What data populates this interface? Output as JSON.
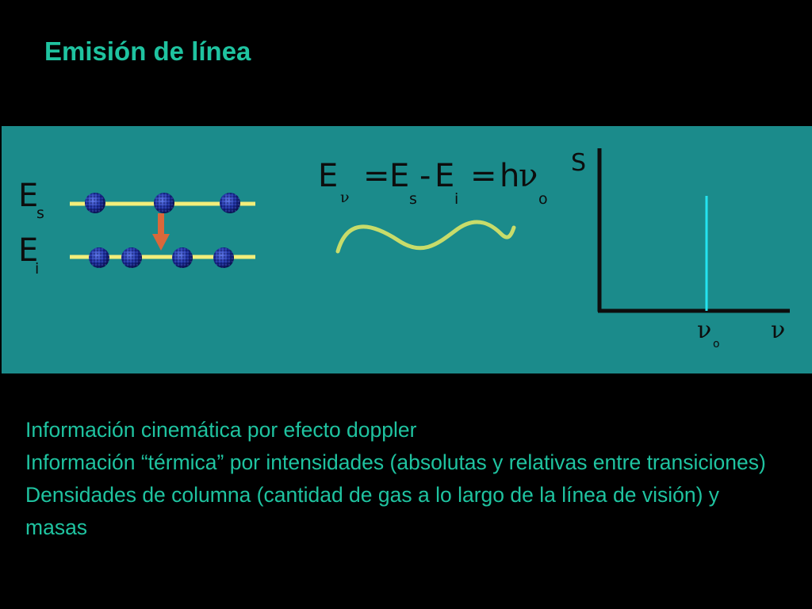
{
  "slide": {
    "title": "Emisión de línea"
  },
  "diagram": {
    "levels": {
      "upper": {
        "symbol": "E",
        "subscript": "s"
      },
      "lower": {
        "symbol": "E",
        "subscript": "i"
      }
    },
    "equation": {
      "e": "E",
      "nu_sub": "ν",
      "eq1": "=",
      "es": "E",
      "s_sub": "s",
      "minus": "-",
      "ei": "E",
      "i_sub": "i",
      "eq2": "=",
      "h": "h",
      "nu": "ν",
      "o_sub": "o"
    },
    "spectrum": {
      "y_axis_label": "S",
      "x_axis_label": "ν",
      "line_label": "ν",
      "line_label_sub": "o"
    },
    "colors": {
      "background": "#1b8b8b",
      "level_line": "#f2ee7a",
      "atom": "#1c2f9e",
      "arrow": "#d9683a",
      "wave": "#c8dc6a",
      "axis": "#0d0d0d",
      "emission_line": "#24e4f0"
    }
  },
  "bullets": [
    "Información cinemática por efecto doppler",
    "Información “térmica” por intensidades (absolutas y relativas entre transiciones)",
    "Densidades de columna (cantidad de gas a lo largo de la línea de visión) y masas"
  ]
}
